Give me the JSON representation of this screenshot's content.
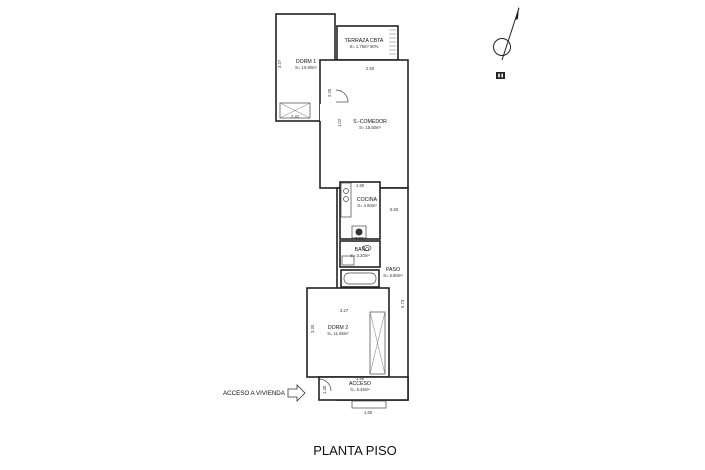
{
  "rooms": {
    "terraza": {
      "name": "TERRAZA CBTA",
      "area": "S= 1.75m² 50%"
    },
    "dorm1": {
      "name": "DORM 1",
      "area": "S= 10.90m²"
    },
    "comedor": {
      "name": "S.-COMEDOR",
      "area": "S= 15.50m²"
    },
    "cocina": {
      "name": "COCINA",
      "area": "S= 4.60m²"
    },
    "bano": {
      "name": "BAÑO",
      "area": "S= 3.20m²"
    },
    "paso": {
      "name": "PASO",
      "area": "S= 6.80m²"
    },
    "dorm2": {
      "name": "DORM 2",
      "area": "S= 11.65m²"
    },
    "acceso": {
      "name": "ACCESO",
      "area": "S= 5.45m²"
    }
  },
  "dimensions": {
    "d1": "3.37",
    "d2": "2.41",
    "d3": "2.25",
    "d4": "2.60",
    "d5": "1.02",
    "d6": "1.90",
    "d7": "5.60",
    "d8": "0.80",
    "d9": "3.27",
    "d10": "3.30",
    "d11": "6.73",
    "d12": "3.90",
    "d13": "1.30",
    "d14": "1.60",
    "d15": "1.60"
  },
  "access_label": "ACCESO A VIVIENDA",
  "title": "PLANTA PISO"
}
